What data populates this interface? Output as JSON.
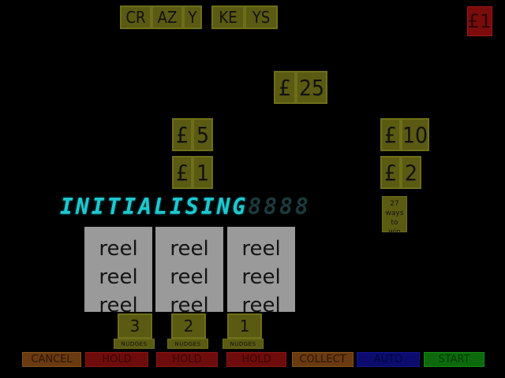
{
  "title_left": [
    "CR",
    "AZ",
    "Y"
  ],
  "title_right": [
    "KE",
    "YS"
  ],
  "credit": "£1",
  "prizes": {
    "p25": {
      "cur": "£",
      "val": "25"
    },
    "p5": {
      "cur": "£",
      "val": "5"
    },
    "p1": {
      "cur": "£",
      "val": "1"
    },
    "p10": {
      "cur": "£",
      "val": "10"
    },
    "p2": {
      "cur": "£",
      "val": "2"
    }
  },
  "ways": {
    "line1": "27 ways",
    "line2": "to",
    "line3": "win"
  },
  "status": {
    "text": "INITIALISING",
    "trail": "8888"
  },
  "reels": [
    [
      "reel",
      "reel",
      "reel"
    ],
    [
      "reel",
      "reel",
      "reel"
    ],
    [
      "reel",
      "reel",
      "reel"
    ]
  ],
  "nudges": {
    "values": [
      "3",
      "2",
      "1"
    ],
    "label": "NUDGES"
  },
  "buttons": {
    "cancel": "CANCEL",
    "hold1": "HOLD",
    "hold2": "HOLD",
    "hold3": "HOLD",
    "collect": "COLLECT",
    "auto": "AUTO",
    "start": "START"
  },
  "colors": {
    "panel": "#5a5a12",
    "credit": "#7a0c0c",
    "status": "#1ec9d0",
    "cancel": "#6a3a10",
    "hold": "#6e0c0c",
    "auto": "#0c0c6e",
    "start": "#0c6a0c"
  }
}
